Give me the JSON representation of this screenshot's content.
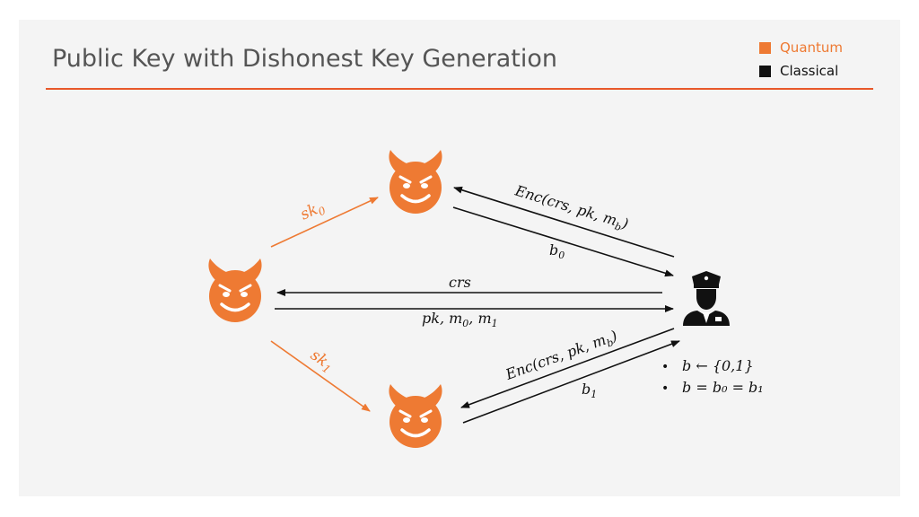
{
  "slide": {
    "title": "Public Key with Dishonest Key Generation"
  },
  "legend": {
    "quantum_label": "Quantum",
    "classical_label": "Classical",
    "quantum_color": "#ee7a33",
    "classical_color": "#111111"
  },
  "diagram": {
    "nodes": [
      {
        "id": "adversary-center",
        "icon": "devil-face-icon"
      },
      {
        "id": "adversary-top",
        "icon": "devil-face-icon"
      },
      {
        "id": "adversary-bottom",
        "icon": "devil-face-icon"
      },
      {
        "id": "challenger",
        "icon": "police-officer-icon"
      }
    ],
    "labels": {
      "sk0": "sk",
      "sk0_sub": "0",
      "sk1": "sk",
      "sk1_sub": "1",
      "enc_top": "Enc(crs, pk, m",
      "enc_top_sub": "b",
      "enc_top_close": ")",
      "b0": "b",
      "b0_sub": "0",
      "crs": "crs",
      "pk_m": "pk, m",
      "pk_m0_sub": "0",
      "pk_m_sep": ", m",
      "pk_m1_sub": "1",
      "enc_bottom": "Enc(crs, pk, m",
      "enc_bottom_sub": "b",
      "enc_bottom_close": ")",
      "b1": "b",
      "b1_sub": "1"
    },
    "notes": [
      "b ← {0,1}",
      "b = b₀ = b₁"
    ],
    "bullet": "•"
  }
}
